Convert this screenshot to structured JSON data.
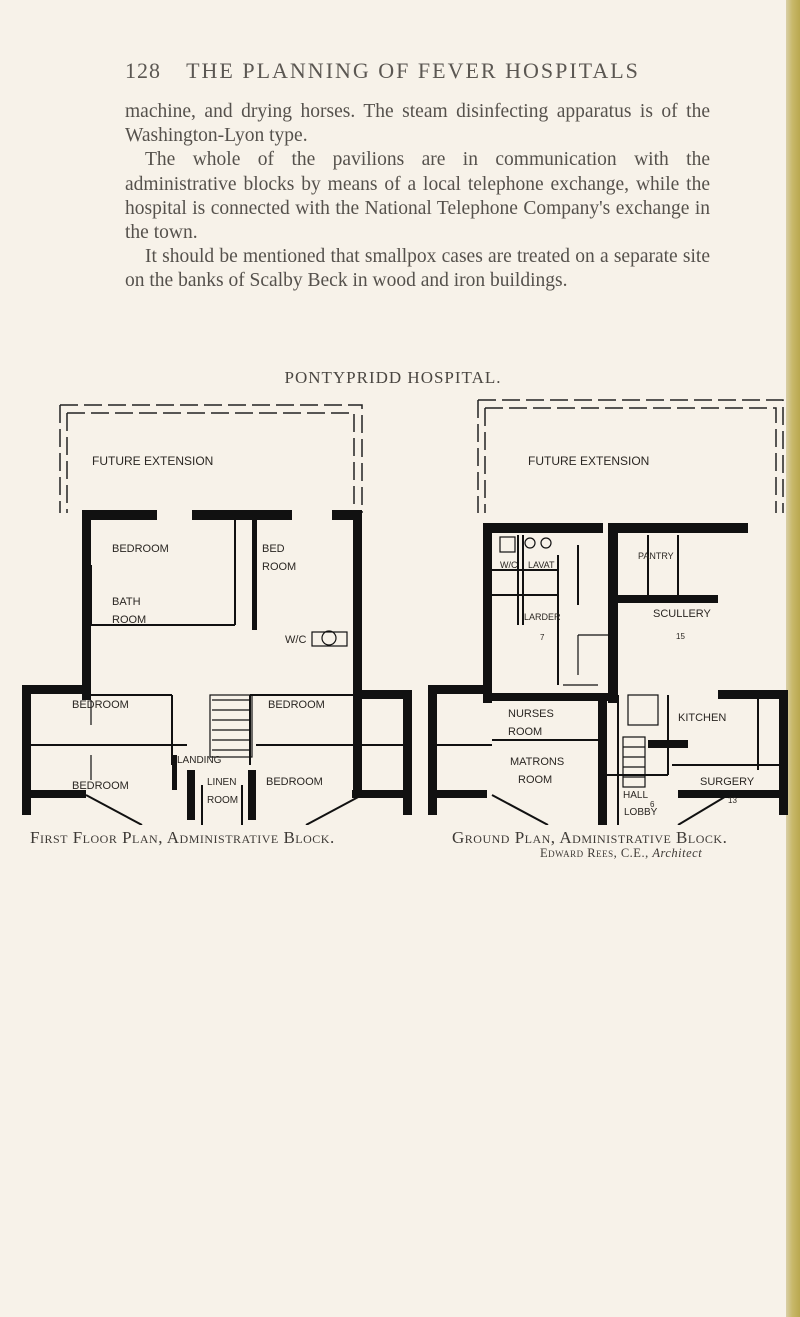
{
  "header": {
    "page_number": "128",
    "running_title": "THE PLANNING OF FEVER HOSPITALS"
  },
  "body": {
    "paragraphs": [
      "machine, and drying horses. The steam disinfecting apparatus is of the Washington-Lyon type.",
      "The whole of the pavilions are in communication with the administrative blocks by means of a local telephone exchange, while the hospital is connected with the National Telephone Company's exchange in the town.",
      "It should be mentioned that smallpox cases are treated on a separate site on the banks of Scalby Beck in wood and iron buildings."
    ]
  },
  "figure": {
    "title": "PONTYPRIDD HOSPITAL."
  },
  "first_floor": {
    "caption": "First Floor Plan, Administrative Block.",
    "labels": {
      "future_extension": "FUTURE EXTENSION",
      "bedroom_nw": "BEDROOM",
      "bed_room": "BED",
      "bed_room_2": "ROOM",
      "bath": "BATH",
      "bath_2": "ROOM",
      "wc": "W/C",
      "bedroom_w": "BEDROOM",
      "bedroom_e": "BEDROOM",
      "landing": "LANDING",
      "bedroom_sw": "BEDROOM",
      "linen": "LINEN",
      "linen_2": "ROOM",
      "bedroom_se": "BEDROOM"
    }
  },
  "ground_floor": {
    "caption": "Ground Plan, Administrative Block.",
    "labels": {
      "future_extension": "FUTURE EXTENSION",
      "wc": "W/C",
      "lavat": "LAVAT",
      "larder": "LARDER",
      "larder_dim": "7",
      "pantry": "PANTRY",
      "scullery": "SCULLERY",
      "scullery_dim": "15",
      "nurses_room": "NURSES",
      "nurses_room_2": "ROOM",
      "kitchen": "KITCHEN",
      "matrons_room": "MATRONS",
      "matrons_room_2": "ROOM",
      "hall": "HALL",
      "lobby": "LOBBY",
      "hall_dim": "6",
      "surgery": "SURGERY",
      "surgery_dim": "13"
    }
  },
  "credit": {
    "name": "Edward Rees, C.E.,",
    "role": "Architect"
  },
  "colors": {
    "paper": "#f7f2e9",
    "ink": "#111111",
    "page_edge": "#c8b86a"
  }
}
